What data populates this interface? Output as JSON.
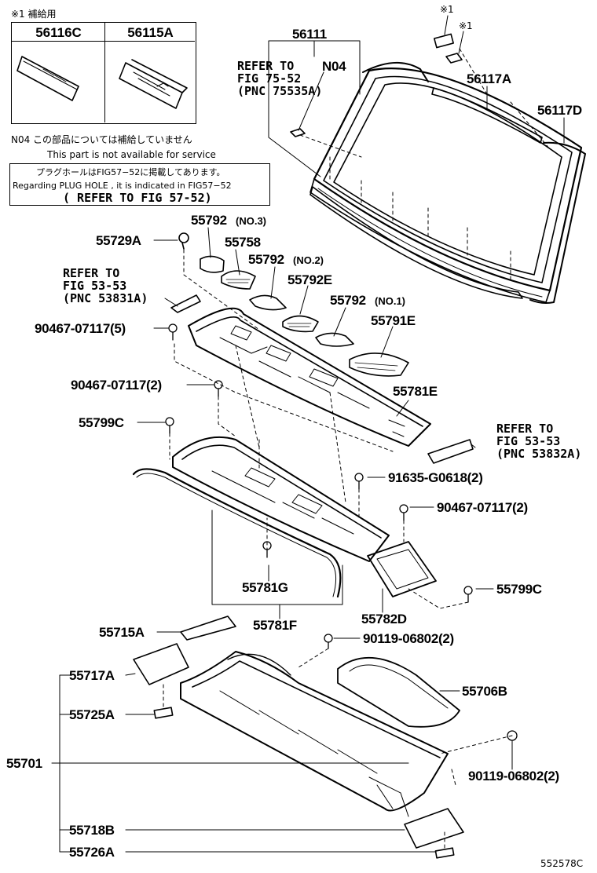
{
  "supply_box": {
    "note": "※1 補給用",
    "left_part": "56116C",
    "right_part": "56115A"
  },
  "notes": {
    "n04_jp": "N04 この部品については補給していません",
    "n04_en": "This part is not available for service",
    "plug_jp": "プラグホールはFIG57−52に掲載してあります。",
    "plug_en": "Regarding PLUG HOLE , it is indicated in FIG57−52",
    "plug_ref": "( REFER TO FIG 57-52)"
  },
  "labels": {
    "p56111": "56111",
    "ref_75_52": "REFER TO\nFIG 75-52\n(PNC 75535A)",
    "n04": "N04",
    "mark1a": "※1",
    "mark1b": "※1",
    "p56117a": "56117A",
    "p56117d": "56117D",
    "p55792_no3": "55792",
    "q_no3": "(NO.3)",
    "p55758": "55758",
    "p55729a": "55729A",
    "p55792_no2": "55792",
    "q_no2": "(NO.2)",
    "p55792e": "55792E",
    "ref_53_53a": "REFER TO\nFIG 53-53\n(PNC 53831A)",
    "p55792_no1": "55792",
    "q_no1": "(NO.1)",
    "p90467_5": "90467-07117(5)",
    "p55791e": "55791E",
    "p90467_2a": "90467-07117(2)",
    "p55781e": "55781E",
    "p55799c_a": "55799C",
    "ref_53_53b": "REFER TO\nFIG 53-53\n(PNC 53832A)",
    "p91635": "91635-G0618(2)",
    "p90467_2b": "90467-07117(2)",
    "p55781g": "55781G",
    "p55782d": "55782D",
    "p55799c_b": "55799C",
    "p55781f": "55781F",
    "p55715a": "55715A",
    "p90119_a": "90119-06802(2)",
    "p55717a": "55717A",
    "p55706b": "55706B",
    "p55725a": "55725A",
    "p55701": "55701",
    "p90119_b": "90119-06802(2)",
    "p55718b": "55718B",
    "p55726a": "55726A",
    "fig_code": "552578C"
  }
}
